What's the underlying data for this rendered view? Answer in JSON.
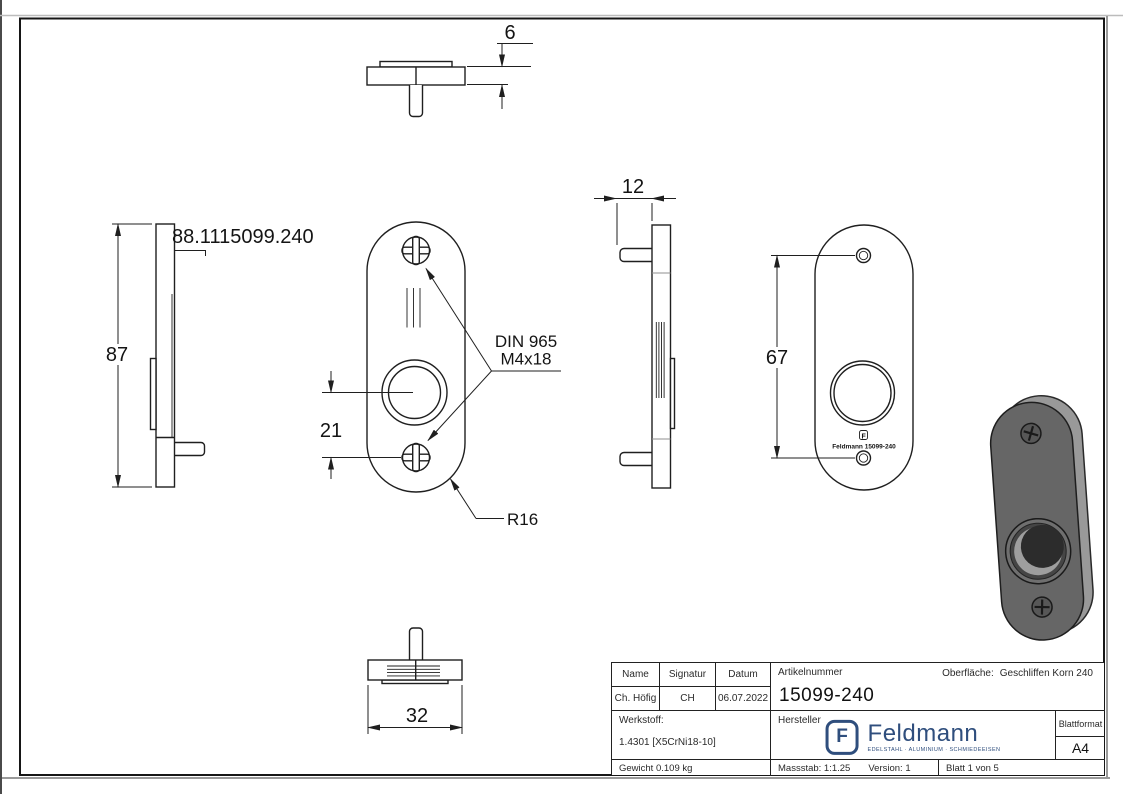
{
  "drawing": {
    "dimensions": {
      "thickness": "6",
      "height": "87",
      "depth": "12",
      "hole_distance": "67",
      "button_offset": "21",
      "width": "32"
    },
    "labels": {
      "article_ref": "88.1115099.240",
      "screw_note_line1": "DIN 965",
      "screw_note_line2": "M4x18",
      "radius": "R16",
      "engraving": "Feldmann 15099-240",
      "engraving_mark": "F"
    }
  },
  "title_block": {
    "name_label": "Name",
    "signatur_label": "Signatur",
    "datum_label": "Datum",
    "artikelnummer_label": "Artikelnummer",
    "oberflaeche_label": "Oberfläche:",
    "oberflaeche_value": "Geschliffen Korn 240",
    "name_value": "Ch. Höfig",
    "signatur_value": "CH",
    "datum_value": "06.07.2022",
    "artikelnummer_value": "15099-240",
    "werkstoff_label": "Werkstoff:",
    "werkstoff_value": "1.4301 [X5CrNi18-10]",
    "hersteller_label": "Hersteller",
    "blattformat_label": "Blattformat",
    "blattformat_value": "A4",
    "gewicht": "Gewicht 0.109 kg",
    "massstab": "Massstab: 1:1.25",
    "version": "Version: 1",
    "blatt": "Blatt 1 von 5",
    "logo": {
      "mark": "F",
      "brand": "Feldmann",
      "tagline": "EDELSTAHL · ALUMINIUM · SCHMIEDEEISEN",
      "color": "#2F4E7D"
    }
  },
  "colors": {
    "line": "#1f1f1f",
    "logo_blue": "#2F4E7D",
    "metal_front": "#666666",
    "metal_side": "#999999"
  }
}
